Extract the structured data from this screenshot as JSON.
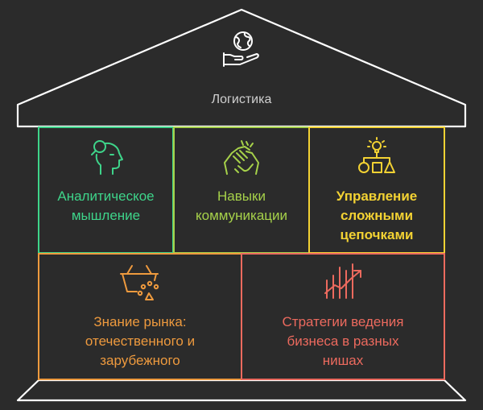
{
  "roof": {
    "title": "Логистика",
    "icon": "hand-globe-icon"
  },
  "pillars": [
    {
      "lines": [
        "Аналитическое",
        "мышление"
      ],
      "color": "#3ed48a",
      "icon": "head-magnifier-icon"
    },
    {
      "lines": [
        "Навыки",
        "коммуникации"
      ],
      "color": "#a6d14a",
      "icon": "handshake-icon"
    },
    {
      "lines": [
        "Управление",
        "сложными",
        "цепочками"
      ],
      "color": "#f3d233",
      "icon": "lightbulb-shapes-icon"
    },
    {
      "lines": [
        "Знание рынка:",
        "отечественного и",
        "зарубежного"
      ],
      "color": "#ee9a3e",
      "icon": "basket-paws-icon"
    },
    {
      "lines": [
        "Стратегии ведения",
        "бизнеса в разных",
        "нишах"
      ],
      "color": "#ec6a5e",
      "icon": "growth-chart-icon"
    }
  ],
  "colors": {
    "background": "#2b2b2b",
    "structure": "#ffffff",
    "title": "#cfcfcf"
  }
}
